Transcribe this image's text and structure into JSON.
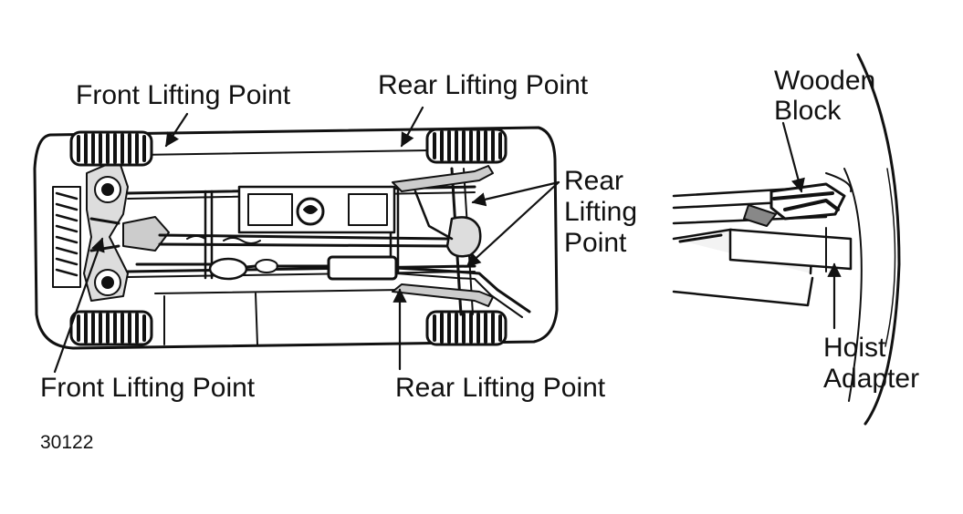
{
  "labels": {
    "front_top": "Front Lifting Point",
    "rear_top": "Rear Lifting Point",
    "rear_right_1": "Rear",
    "rear_right_2": "Lifting",
    "rear_right_3": "Point",
    "front_bottom": "Front Lifting Point",
    "rear_bottom": "Rear Lifting Point",
    "wooden_1": "Wooden",
    "wooden_2": "Block",
    "hoist_1": "Hoist",
    "hoist_2": "Adapter",
    "figure_number": "30122"
  },
  "colors": {
    "ink": "#111111",
    "paper": "#ffffff"
  }
}
